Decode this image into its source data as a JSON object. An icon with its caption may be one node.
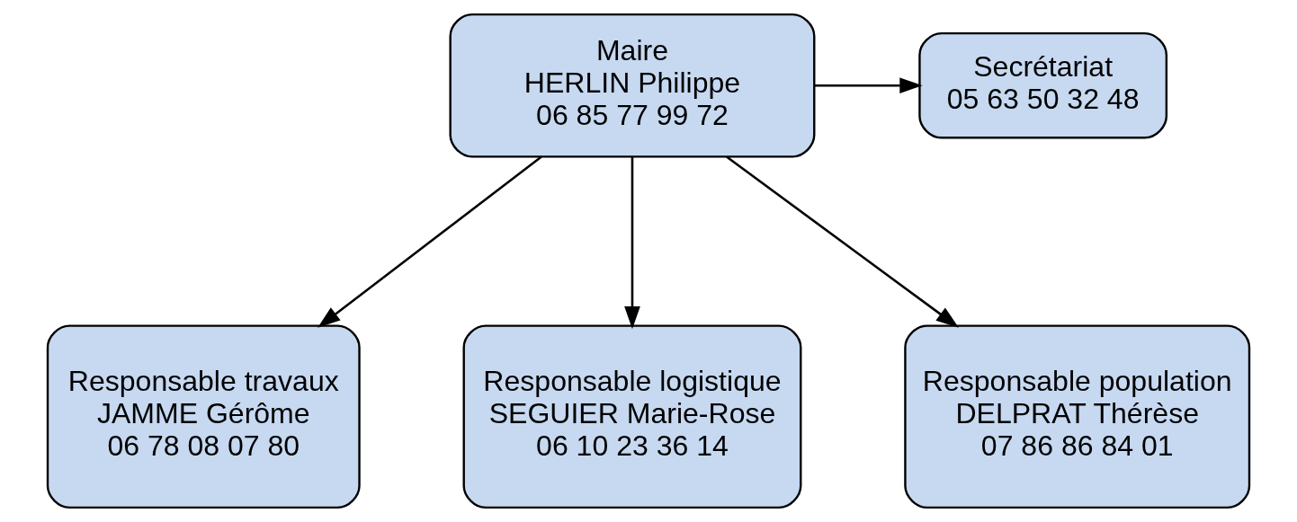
{
  "diagram": {
    "nodes": [
      {
        "text": [
          "Maire",
          "HERLIN Philippe",
          "06 85 77 99 72"
        ]
      },
      {
        "text": [
          "Secrétariat",
          "05 63 50 32 48"
        ]
      },
      {
        "text": [
          "Responsable travaux",
          "JAMME Gérôme",
          "06 78 08 07 80"
        ]
      },
      {
        "text": [
          "Responsable logistique",
          "SEGUIER Marie-Rose",
          "06 10 23 36 14"
        ]
      },
      {
        "text": [
          "Responsable population",
          "DELPRAT Thérèse",
          "07 86 86 84 01"
        ]
      }
    ],
    "edges": [
      {
        "from": 0,
        "to": 1,
        "arrow": "to"
      },
      {
        "from": 0,
        "to": 2,
        "arrow": "to"
      },
      {
        "from": 0,
        "to": 3,
        "arrow": "to"
      },
      {
        "from": 0,
        "to": 4,
        "arrow": "to"
      }
    ]
  }
}
